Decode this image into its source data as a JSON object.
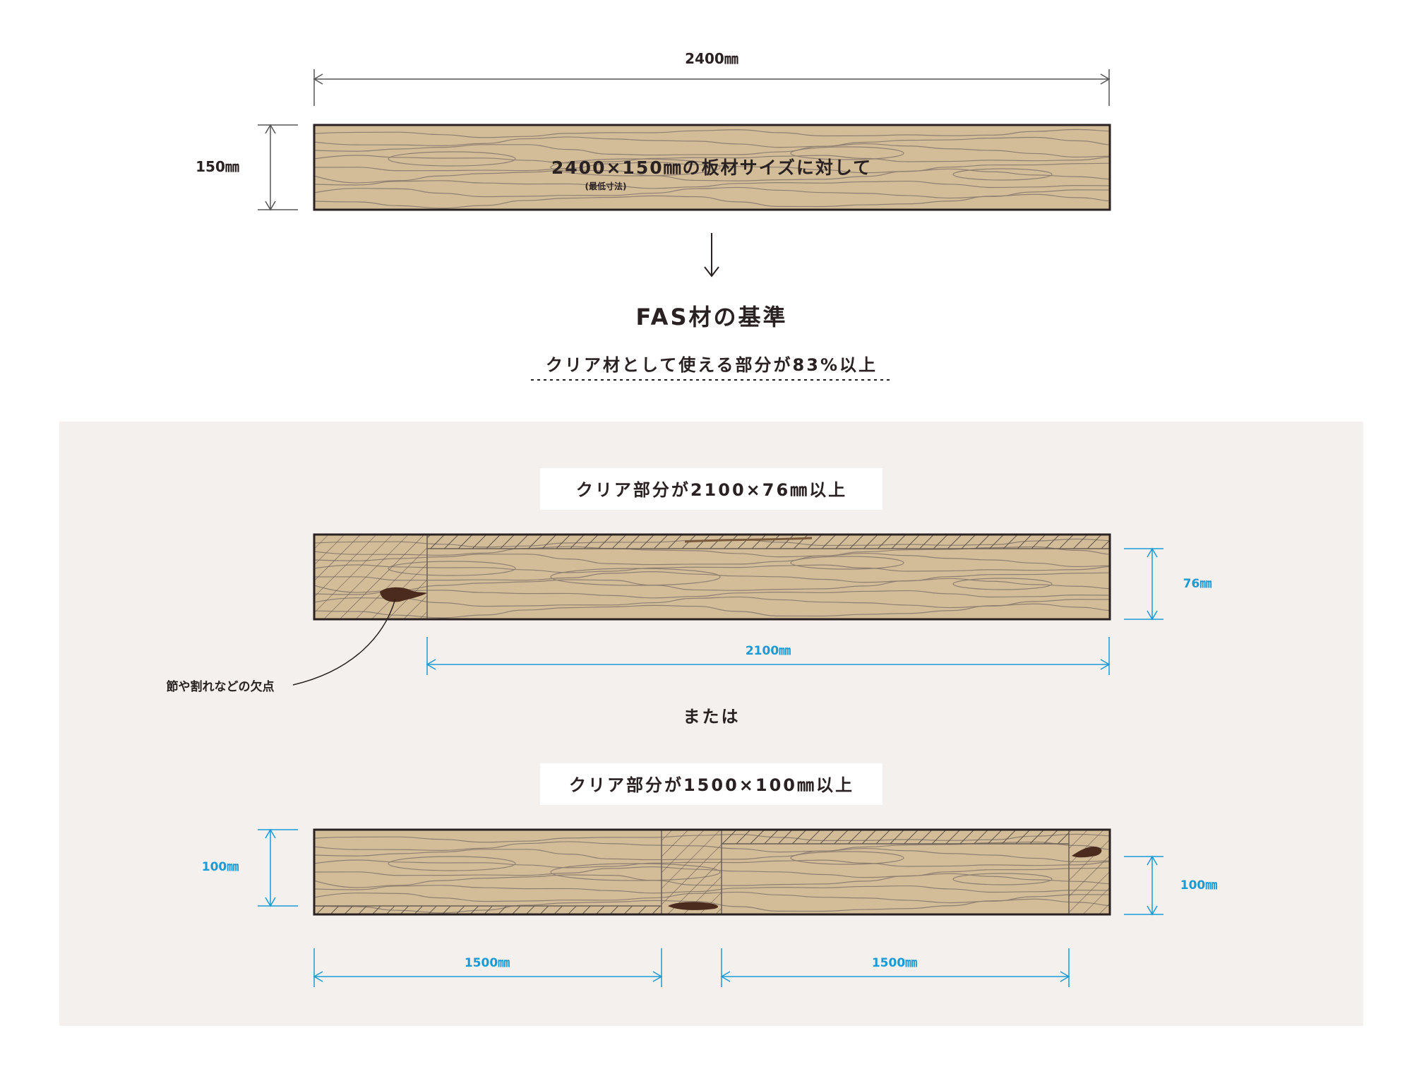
{
  "colors": {
    "wood": "#d3bc98",
    "grain": "#8f8072",
    "outline": "#2a2222",
    "dim_dark": "#555555",
    "dim_blue": "#1a9ad6",
    "knot": "#4b2b1e",
    "panel_bg": "#f3f0ed"
  },
  "top": {
    "width_label": "2400㎜",
    "height_label": "150㎜",
    "board_caption": "2400×150㎜の板材サイズに対して",
    "board_caption_note": "(最低寸法)"
  },
  "standard": {
    "title": "FAS材の基準",
    "subtitle": "クリア材として使える部分が83%以上"
  },
  "case1": {
    "heading": "クリア部分が2100×76㎜以上",
    "width_label": "2100㎜",
    "height_label": "76㎜",
    "defect_label": "節や割れなどの欠点"
  },
  "or_label": "または",
  "case2": {
    "heading": "クリア部分が1500×100㎜以上",
    "left_height_label": "100㎜",
    "right_height_label": "100㎜",
    "left_width_label": "1500㎜",
    "right_width_label": "1500㎜"
  }
}
